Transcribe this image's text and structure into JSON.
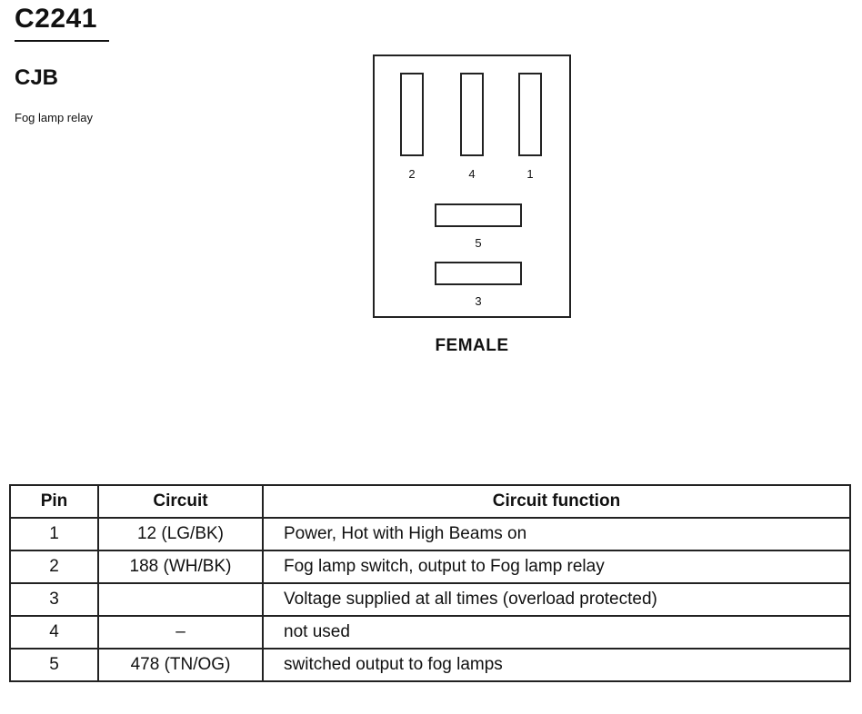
{
  "header": {
    "connector_id": "C2241",
    "location": "CJB",
    "description": "Fog lamp relay"
  },
  "connector_view": {
    "gender": "FEMALE",
    "pins": [
      {
        "label": "2",
        "orientation": "vertical"
      },
      {
        "label": "4",
        "orientation": "vertical"
      },
      {
        "label": "1",
        "orientation": "vertical"
      },
      {
        "label": "5",
        "orientation": "horizontal"
      },
      {
        "label": "3",
        "orientation": "horizontal"
      }
    ]
  },
  "pin_table": {
    "headers": [
      "Pin",
      "Circuit",
      "Circuit function"
    ],
    "rows": [
      {
        "pin": "1",
        "circuit": "12 (LG/BK)",
        "function": "Power, Hot with High Beams on"
      },
      {
        "pin": "2",
        "circuit": "188 (WH/BK)",
        "function": "Fog lamp switch, output to Fog lamp relay"
      },
      {
        "pin": "3",
        "circuit": "",
        "function": "Voltage supplied at all times (overload protected)"
      },
      {
        "pin": "4",
        "circuit": "–",
        "function": "not used"
      },
      {
        "pin": "5",
        "circuit": "478 (TN/OG)",
        "function": "switched output to fog lamps"
      }
    ]
  }
}
